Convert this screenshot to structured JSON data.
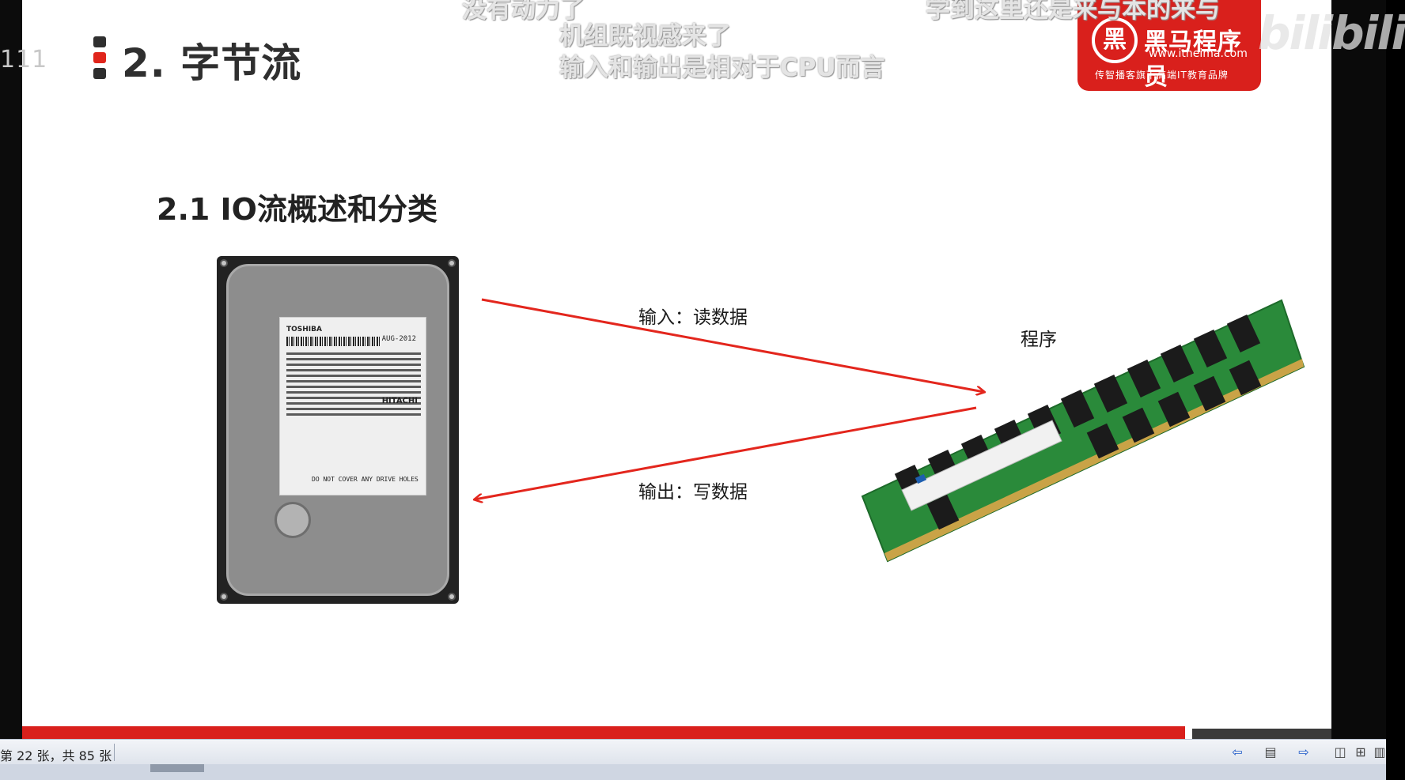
{
  "slide": {
    "slide_number": "111",
    "section_title": "2. 字节流",
    "subsection_title": "2.1 IO流概述和分类",
    "input_label": "输入：读数据",
    "output_label": "输出：写数据",
    "program_label": "程序"
  },
  "logo": {
    "mark": "黑",
    "name": "黑马程序员",
    "url": "www.itheima.com",
    "tagline": "传智播客旗下高端IT教育品牌"
  },
  "hdd_label": {
    "brand": "TOSHIBA",
    "date": "AUG-2012",
    "maker": "HITACHI",
    "warning": "DO NOT COVER ANY DRIVE HOLES"
  },
  "subtitles": {
    "line_a": "没有动力了",
    "line_b": "机组既视感来了",
    "line_c": "输入和输出是相对于CPU而言",
    "line_d": "学到这里还是来与本的来与"
  },
  "watermark": "bilibili",
  "status_bar": {
    "slide_counter": "第 22 张，共 85 张"
  },
  "colors": {
    "accent_red": "#d9201c",
    "arrow_red": "#e3261d",
    "title_dark": "#2f2f2f"
  }
}
